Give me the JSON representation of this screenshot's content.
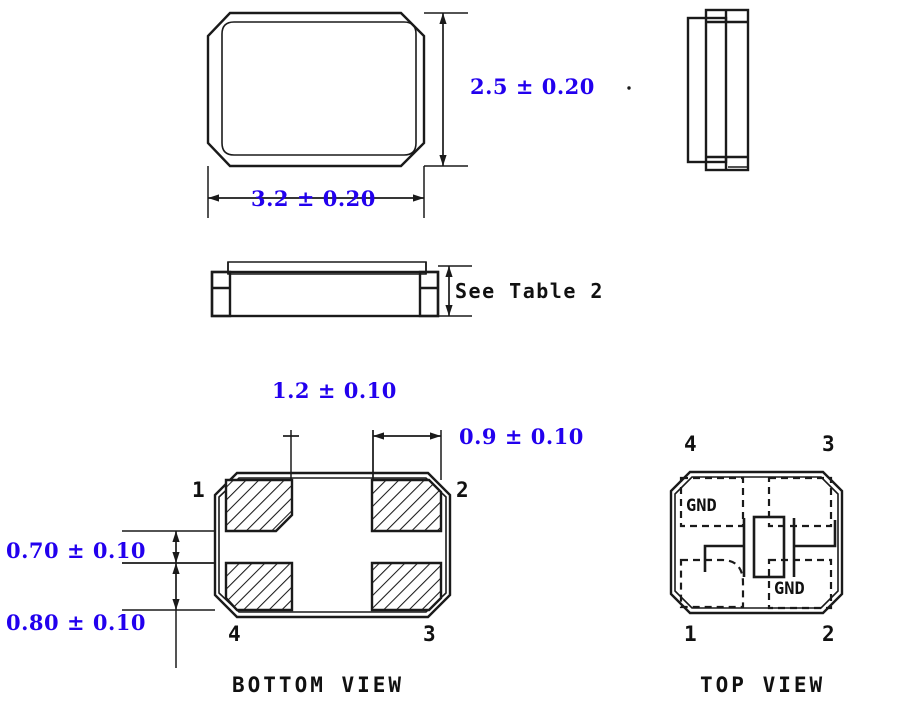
{
  "drawing": {
    "title": "Crystal Package Outline Dimensions",
    "units": "mm",
    "dim_color": "#2200ee",
    "line_color": "#1a1a1a"
  },
  "dimensions": {
    "height_2_5": "2.5 ± 0.20",
    "width_3_2": "3.2 ± 0.20",
    "thickness_note": "See Table 2",
    "pad_pitch_1_2": "1.2 ± 0.10",
    "pad_width_0_9": "0.9 ± 0.10",
    "pad_gap_0_70": "0.70 ± 0.10",
    "pad_height_0_80": "0.80 ± 0.10"
  },
  "bottom_view": {
    "label": "BOTTOM VIEW",
    "pins": {
      "p1": "1",
      "p2": "2",
      "p3": "3",
      "p4": "4"
    }
  },
  "top_view": {
    "label": "TOP VIEW",
    "pins": {
      "p1": "1",
      "p2": "2",
      "p3": "3",
      "p4": "4"
    },
    "pad_labels": {
      "gnd_4": "GND",
      "gnd_2": "GND"
    }
  }
}
